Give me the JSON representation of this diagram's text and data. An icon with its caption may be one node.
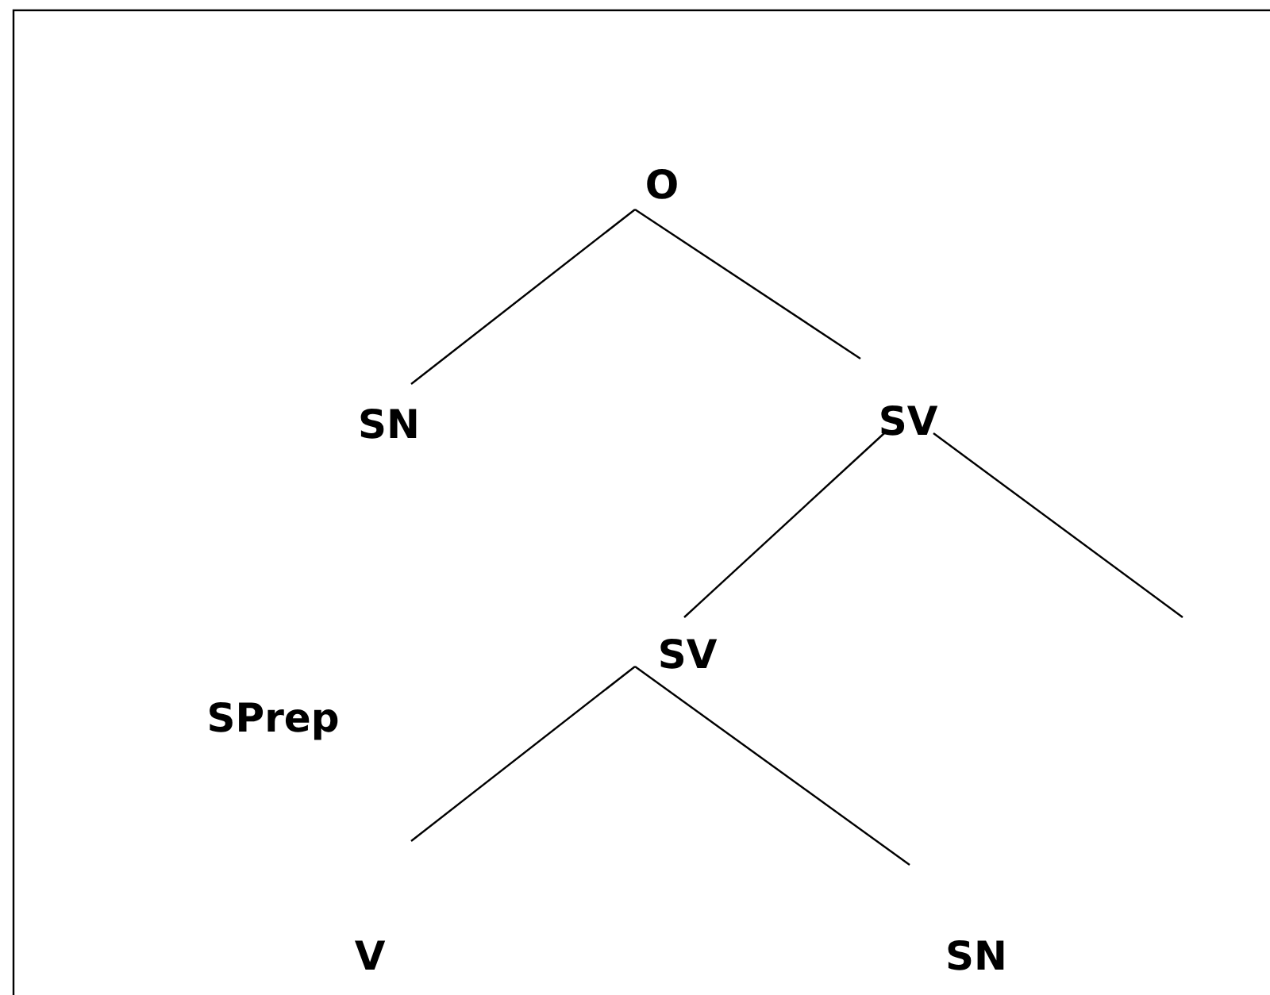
{
  "diagram": {
    "nodes": [
      {
        "text": [
          "O"
        ]
      },
      {
        "text": [
          "SN"
        ]
      },
      {
        "text": [
          "SV"
        ]
      },
      {
        "text": [
          "SV"
        ]
      },
      {
        "text": [
          "V"
        ]
      },
      {
        "text": [
          "SN"
        ]
      }
    ],
    "edges": [
      {
        "from": 0,
        "to": 1,
        "arrow": "none"
      },
      {
        "from": 0,
        "to": 2,
        "arrow": "none"
      },
      {
        "from": 2,
        "to": 3,
        "arrow": "none"
      },
      {
        "from": 2,
        "to": null,
        "arrow": "none"
      },
      {
        "from": 3,
        "to": 4,
        "arrow": "none"
      },
      {
        "from": 3,
        "to": 5,
        "arrow": "none"
      }
    ],
    "labels": [
      "SPrep"
    ]
  }
}
